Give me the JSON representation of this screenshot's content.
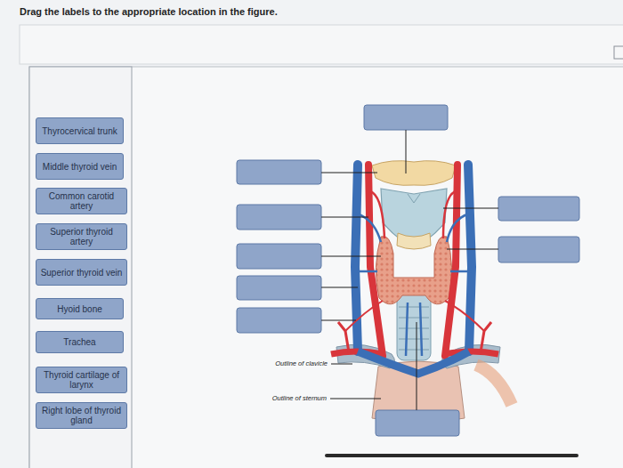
{
  "diagram": {
    "title": "Drag the labels to the appropriate location in the figure.",
    "nodes": [
      {
        "text": [
          "Thyrocervical trunk"
        ]
      },
      {
        "text": [
          "Middle thyroid vein"
        ]
      },
      {
        "text": [
          "Common carotid artery"
        ]
      },
      {
        "text": [
          "Superior thyroid artery"
        ]
      },
      {
        "text": [
          "Superior thyroid vein"
        ]
      },
      {
        "text": [
          "Hyoid bone"
        ]
      },
      {
        "text": [
          "Trachea"
        ]
      },
      {
        "text": [
          "Thyroid cartilage of larynx"
        ]
      },
      {
        "text": [
          "Right lobe of thyroid gland"
        ]
      }
    ],
    "edges": [],
    "labels": [
      "Outline of clavicle",
      "Outline of sternum"
    ]
  }
}
